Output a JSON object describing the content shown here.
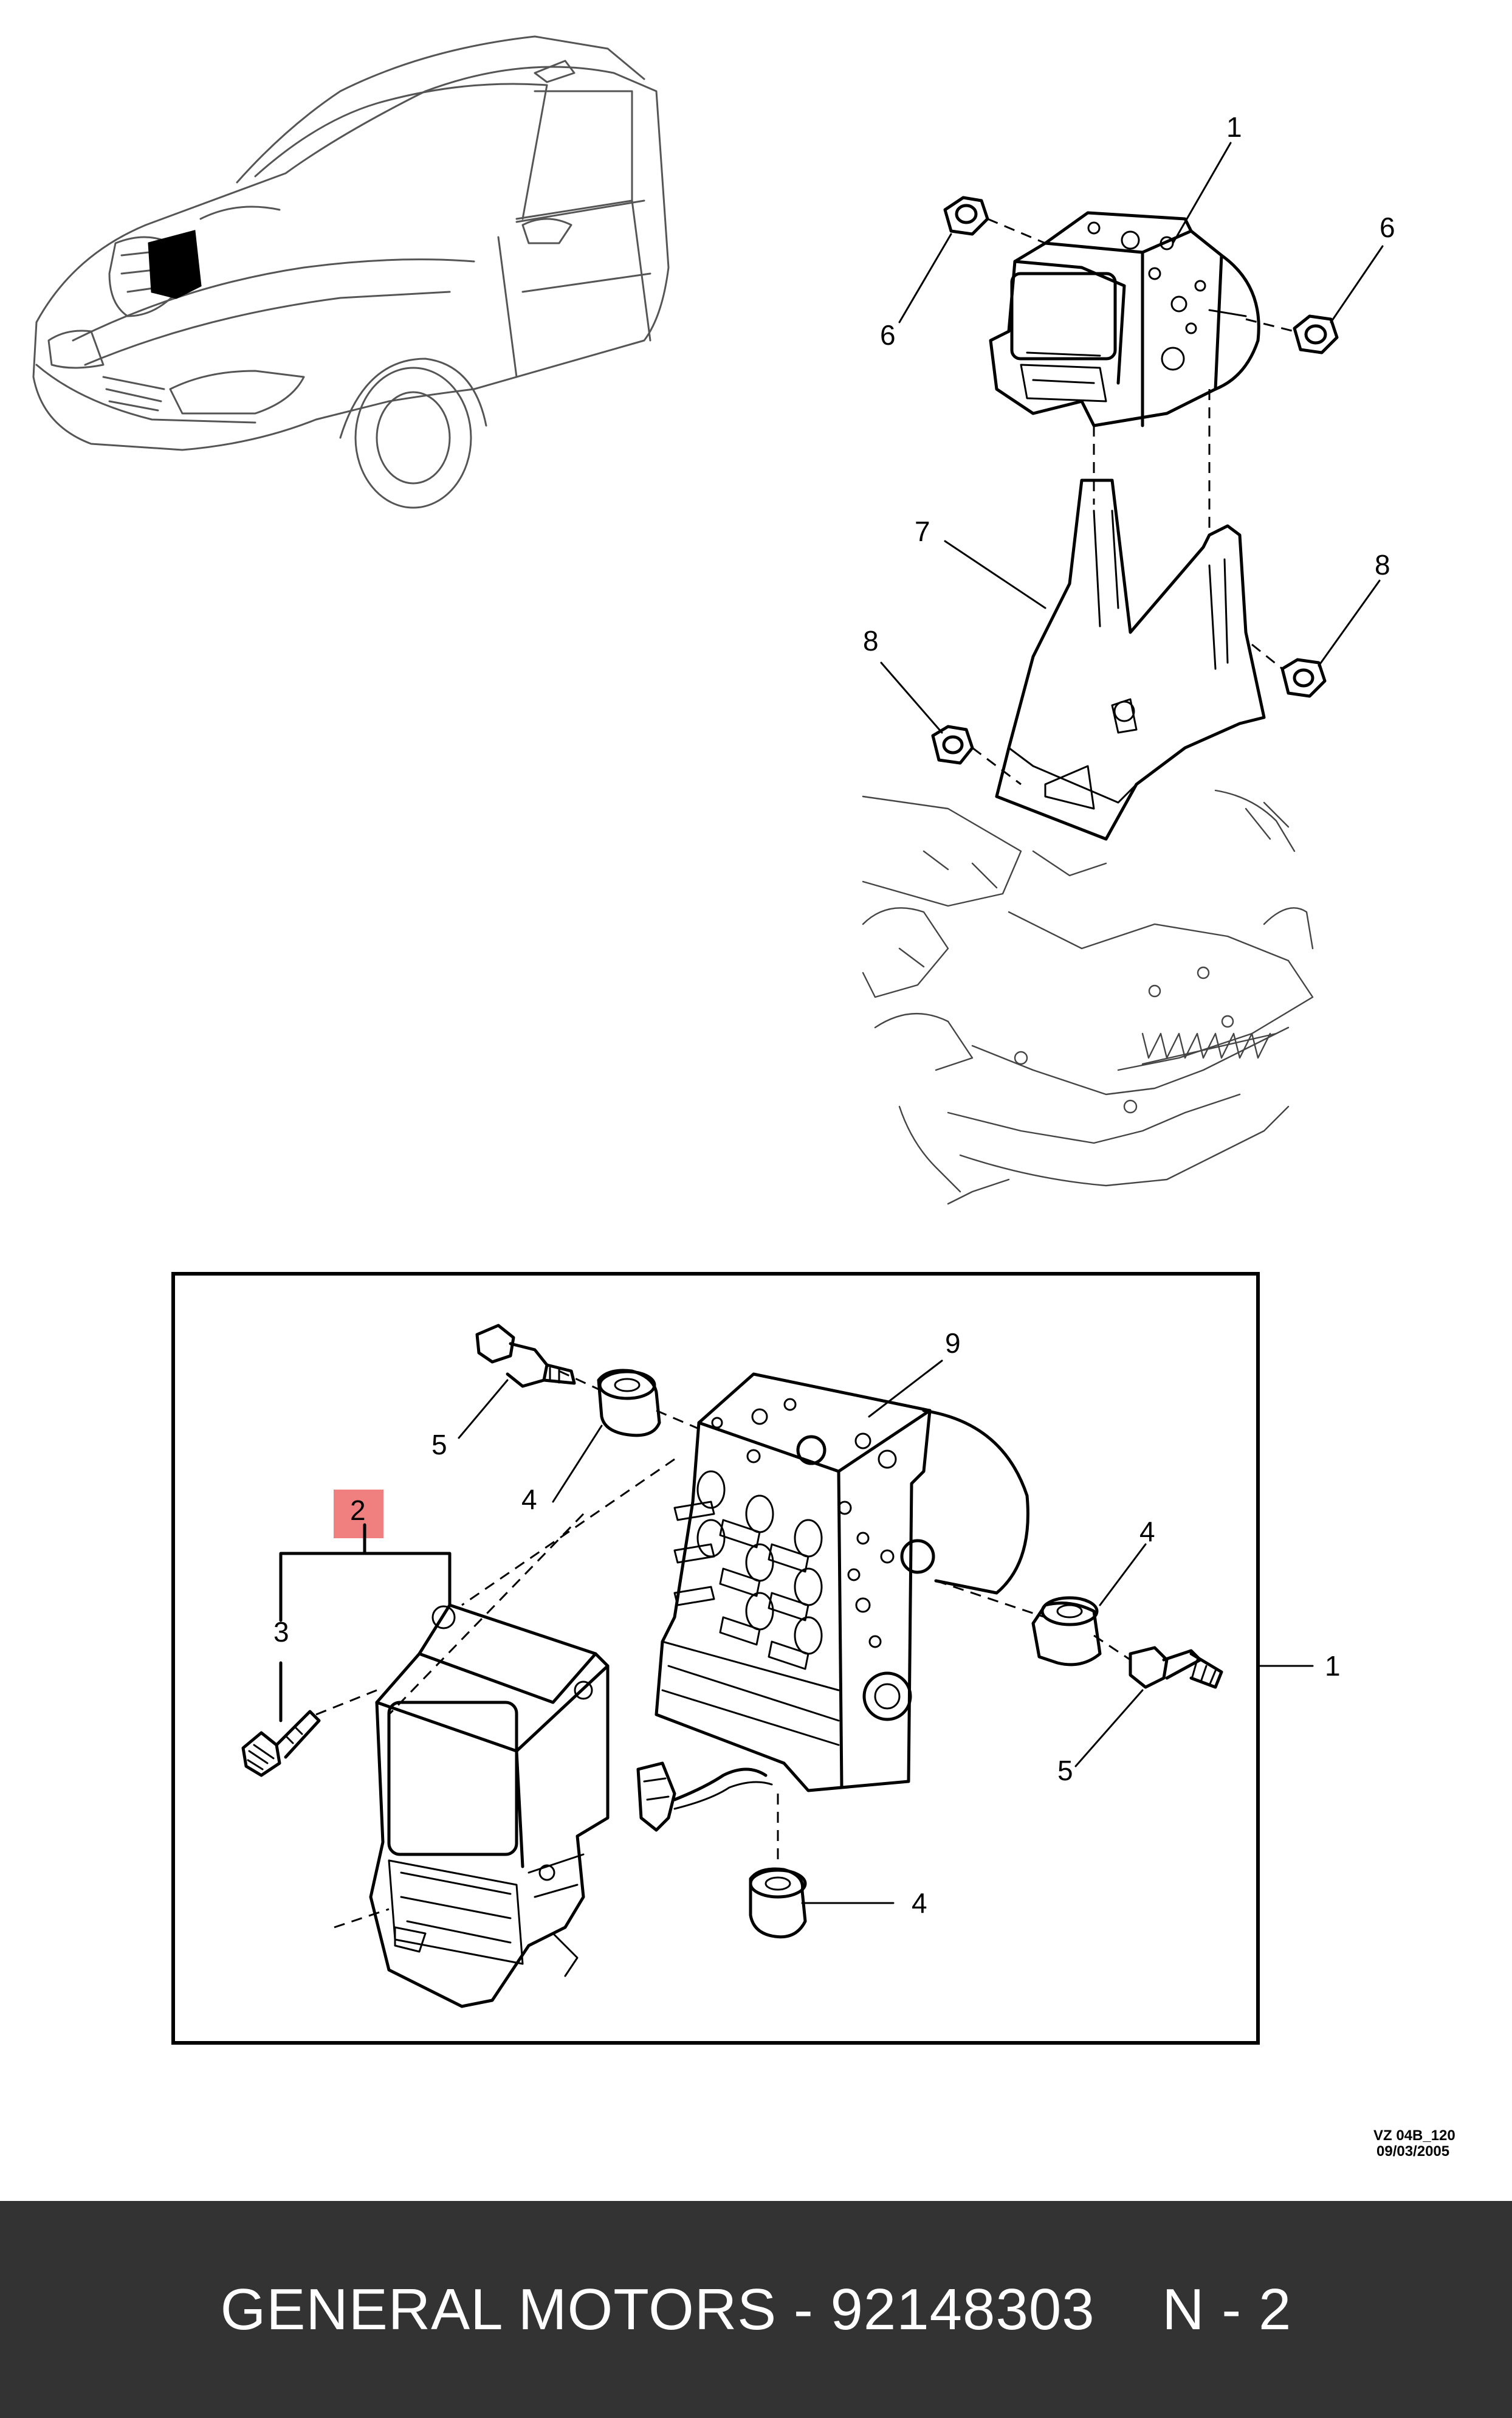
{
  "callouts": {
    "top_1": "1",
    "top_6_left": "6",
    "top_6_right": "6",
    "top_7": "7",
    "top_8_left": "8",
    "top_8_right": "8",
    "box_9": "9",
    "box_5_top": "5",
    "box_4_top": "4",
    "box_2": "2",
    "box_3": "3",
    "box_4_right": "4",
    "box_1": "1",
    "box_5_bottom": "5",
    "box_4_bottom": "4"
  },
  "drawing_code": {
    "line1": "VZ 04B_120",
    "line2": "09/03/2005"
  },
  "footer": {
    "text": "GENERAL MOTORS - 92148303    N - 2"
  },
  "colors": {
    "footer_bg": "#333333",
    "highlight": "#f08080"
  }
}
